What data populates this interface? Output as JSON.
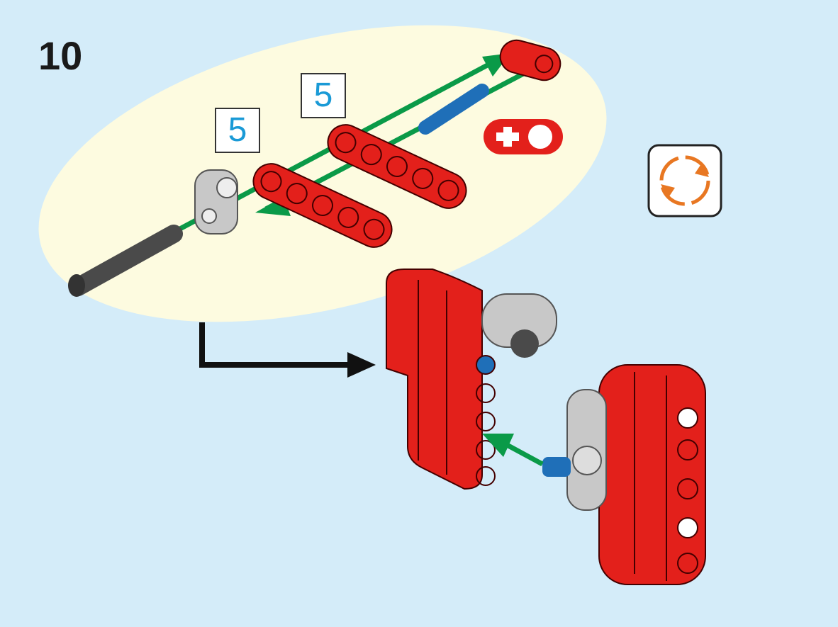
{
  "step_number": "10",
  "quantities": [
    "5",
    "5"
  ],
  "colors": {
    "background": "#d4ecf9",
    "subassembly_bubble": "#fdfbe0",
    "beam_red": "#e3201b",
    "arrow_green": "#0a9a48",
    "connector_grey": "#c8c8c8",
    "pin_blue": "#1f6fb8",
    "axle_dark": "#4a4a4a",
    "rotate_orange": "#e87722"
  },
  "icons": [
    "rotate-model-icon"
  ]
}
